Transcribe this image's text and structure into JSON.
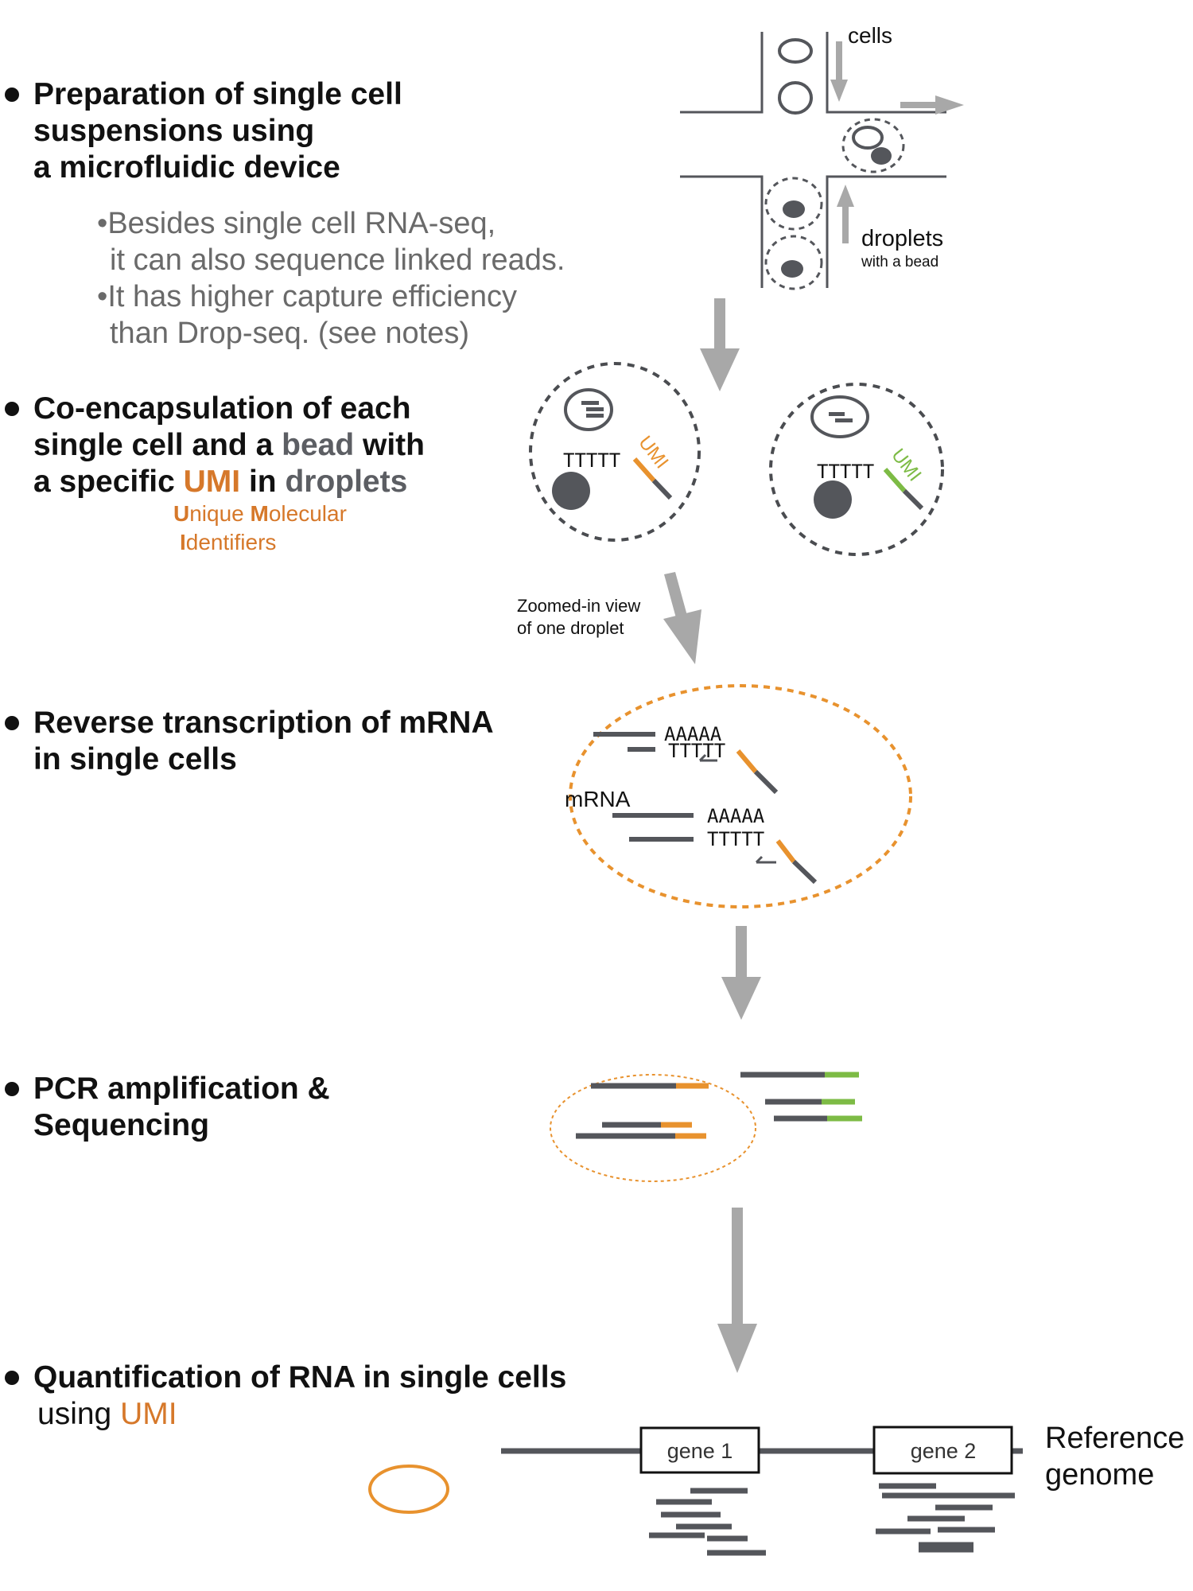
{
  "steps": [
    {
      "heading_lines": [
        "Preparation of single cell",
        "suspensions using",
        "a microfluidic device"
      ]
    },
    {
      "line1": "Co-encapsulation of each",
      "line2_a": "single cell and a ",
      "line2_b": "bead",
      "line2_c": " with",
      "line3_a": "a specific ",
      "line3_b": "UMI",
      "line3_c": " in ",
      "line3_d": "droplets"
    },
    {
      "heading_lines": [
        "Reverse transcription of mRNA",
        "in single cells"
      ]
    },
    {
      "heading_lines": [
        "PCR amplification &",
        "Sequencing"
      ]
    },
    {
      "line1": "Quantification of RNA in single cells",
      "line2_a": "using ",
      "line2_b": "UMI"
    }
  ],
  "notes": {
    "bullet_char": "•",
    "lines": [
      "Besides single cell RNA-seq,",
      "it can also sequence linked reads.",
      "It has higher capture efficiency",
      "than Drop-seq. (see notes)"
    ]
  },
  "umi_definition": {
    "u": "U",
    "nique": "nique ",
    "m": "M",
    "olecular": "olecular",
    "i": "I",
    "dentifiers": "dentifiers"
  },
  "diagram_labels": {
    "cells": "cells",
    "droplets": "droplets",
    "with_bead": "with a bead",
    "polyT": "TTTTT",
    "polyA": "AAAAA",
    "umi": "UMI",
    "zoom_line1": "Zoomed-in view",
    "zoom_line2": "of one droplet",
    "mrna": "mRNA",
    "gene1": "gene 1",
    "gene2": "gene 2",
    "ref_line1": "Reference",
    "ref_line2": "genome"
  },
  "colors": {
    "dark": "#54565b",
    "arrow": "#a8a8a8",
    "orange": "#e8922e",
    "green": "#7dbb45",
    "text": "#111111",
    "note_gray": "#6a6a6a"
  }
}
